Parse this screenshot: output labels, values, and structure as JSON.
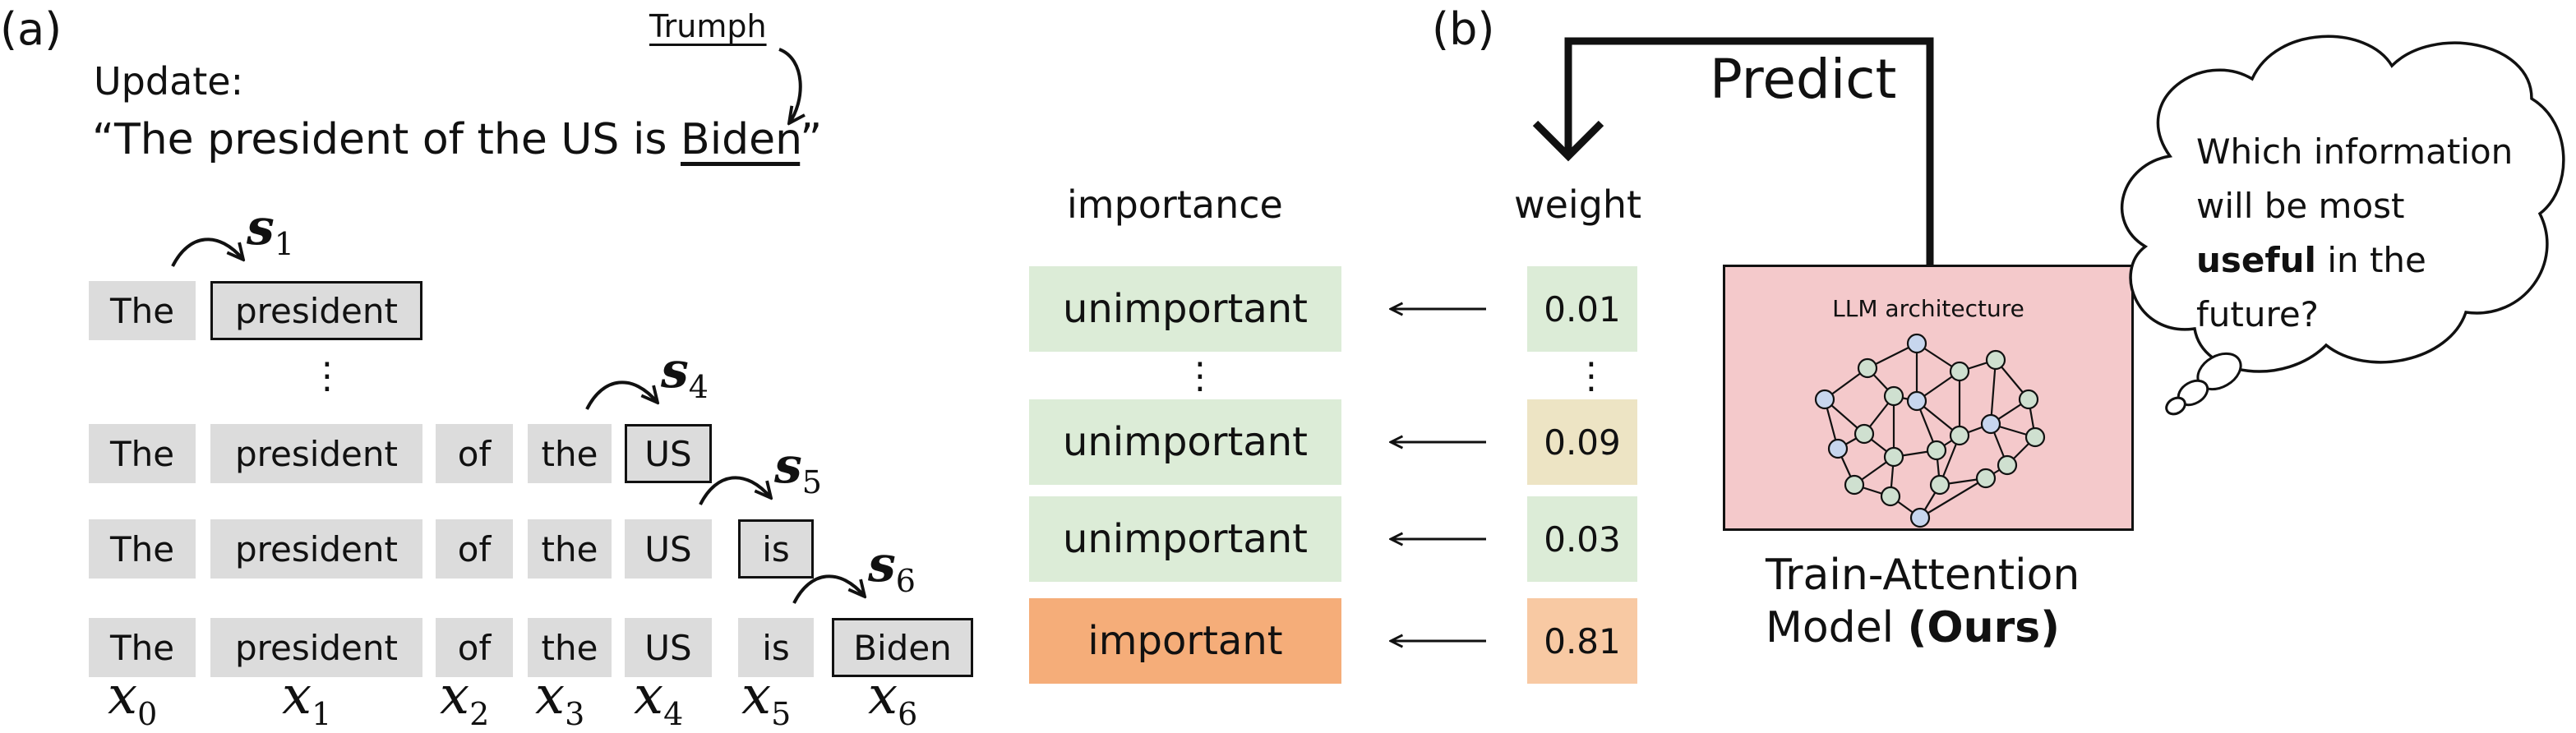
{
  "panel_a": {
    "label": "(a)",
    "update_label": "Update:",
    "sentence_start": "“The president of the US is ",
    "sentence_underlined": "Biden",
    "sentence_end": "”",
    "replacement": "Trumph",
    "rows": [
      {
        "tokens": [
          "The",
          "president"
        ],
        "highlight": 1,
        "step": "s",
        "step_index": "1"
      },
      {
        "tokens": [
          "The",
          "president",
          "of",
          "the",
          "US"
        ],
        "highlight": 4,
        "step": "s",
        "step_index": "4"
      },
      {
        "tokens": [
          "The",
          "president",
          "of",
          "the",
          "US",
          "is"
        ],
        "highlight": 5,
        "step": "s",
        "step_index": "5"
      },
      {
        "tokens": [
          "The",
          "president",
          "of",
          "the",
          "US",
          "is",
          "Biden"
        ],
        "highlight": 6,
        "step": "s",
        "step_index": "6"
      }
    ],
    "vdots": "⋮",
    "x_labels": [
      {
        "var": "x",
        "idx": "0"
      },
      {
        "var": "x",
        "idx": "1"
      },
      {
        "var": "x",
        "idx": "2"
      },
      {
        "var": "x",
        "idx": "3"
      },
      {
        "var": "x",
        "idx": "4"
      },
      {
        "var": "x",
        "idx": "5"
      },
      {
        "var": "x",
        "idx": "6"
      }
    ]
  },
  "importance": {
    "header": "importance",
    "items": [
      {
        "label": "unimportant",
        "color": "#dcecd7"
      },
      {
        "label": "unimportant",
        "color": "#dcecd7"
      },
      {
        "label": "unimportant",
        "color": "#dcecd7"
      },
      {
        "label": "important",
        "color": "#f5ad79"
      }
    ],
    "vdots": "⋮"
  },
  "weight": {
    "header": "weight",
    "items": [
      {
        "value": "0.01",
        "color": "#dcecd7"
      },
      {
        "value": "0.09",
        "color": "#ede4c4"
      },
      {
        "value": "0.03",
        "color": "#dcecd7"
      },
      {
        "value": "0.81",
        "color": "#f8c9a3"
      }
    ],
    "vdots": "⋮"
  },
  "panel_b": {
    "label": "(b)",
    "predict": "Predict",
    "llm_title": "LLM architecture",
    "model_line1": "Train-Attention",
    "model_line2": "Model ",
    "model_ours": "(Ours)",
    "thought_line1": "Which information",
    "thought_line2": "will be most",
    "thought_bold": "useful",
    "thought_line3_rest": " in the",
    "thought_line4": "future?",
    "box_color": "#f4c9cb",
    "node_color_a": "#cfe0d0",
    "node_color_b": "#c7d6ee"
  }
}
